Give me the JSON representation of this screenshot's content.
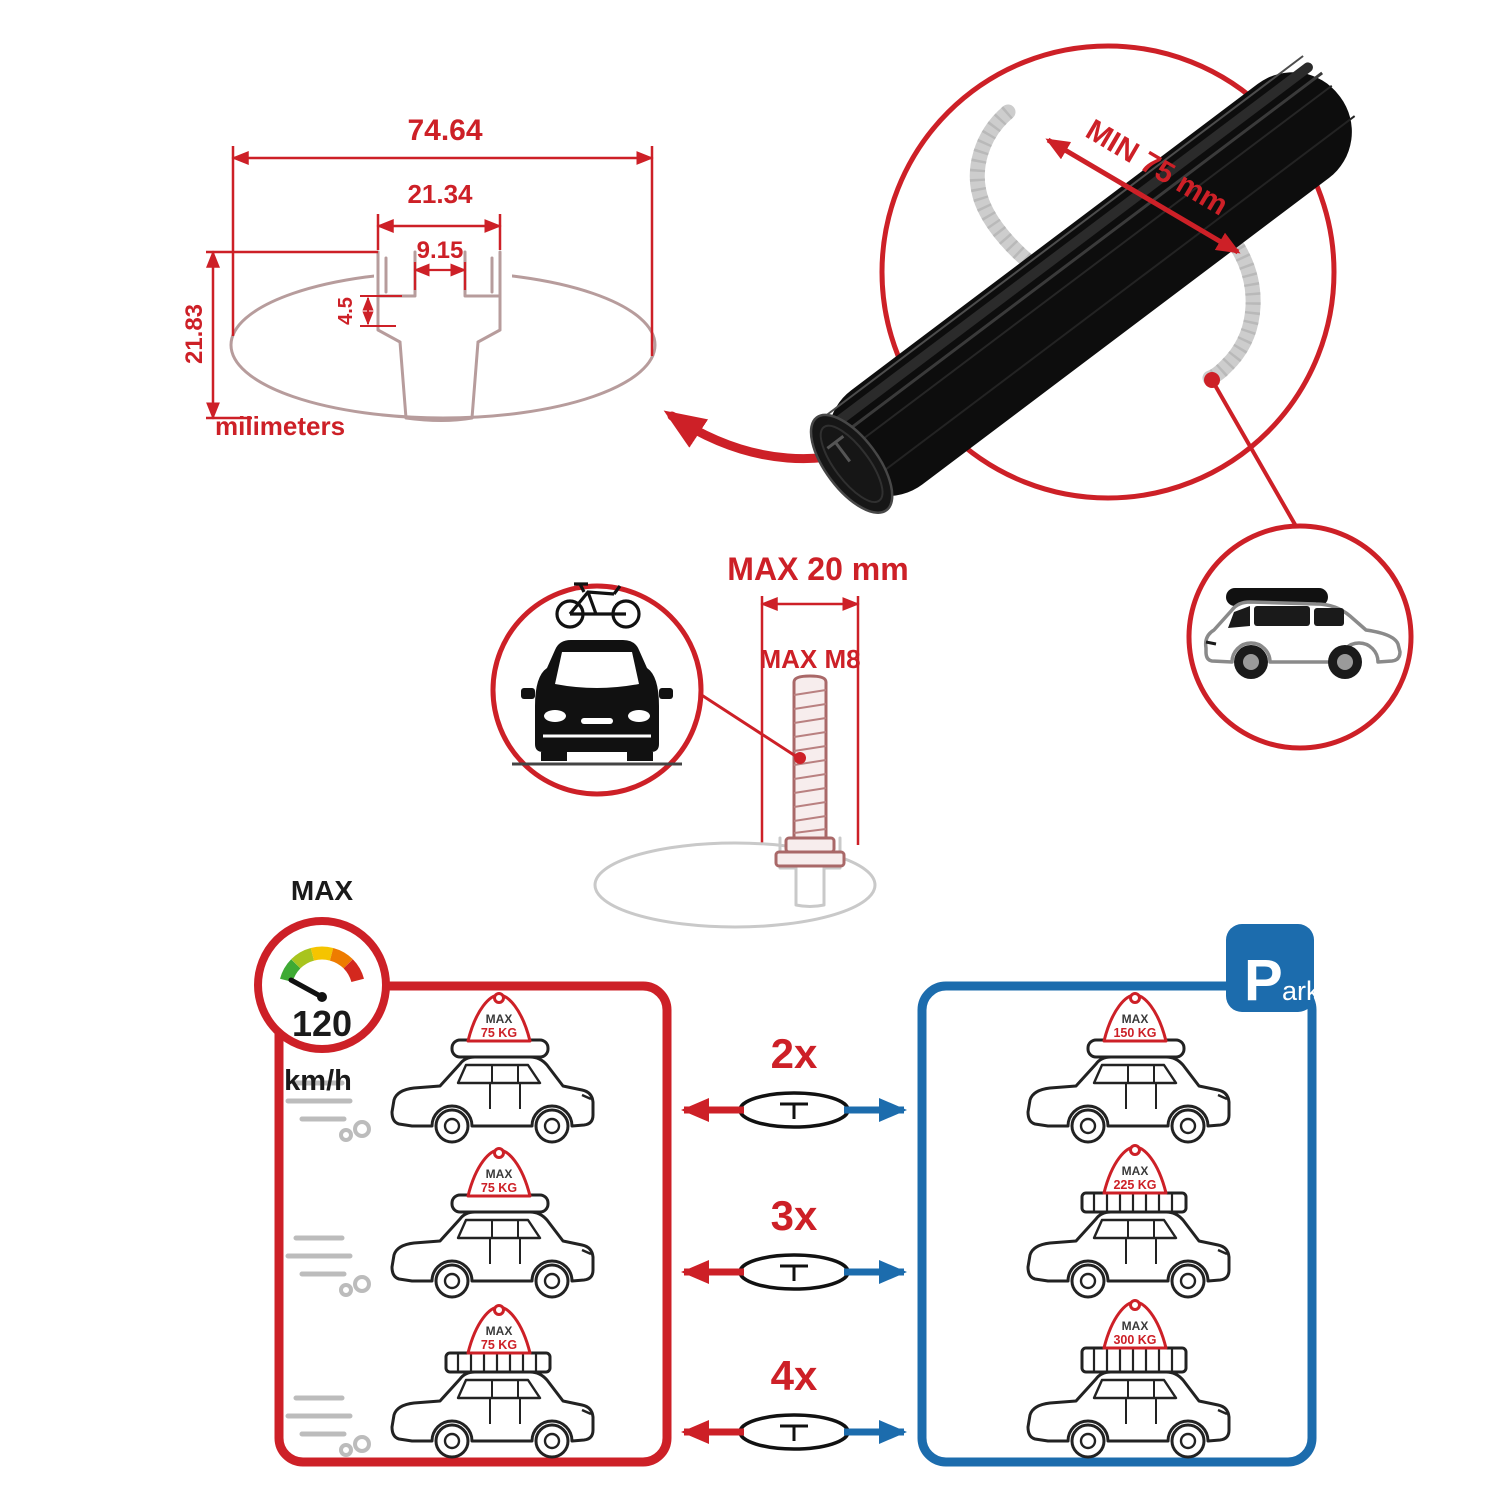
{
  "colors": {
    "red": "#cd2027",
    "blue": "#1c6cad",
    "black": "#1a1a1a",
    "gray": "#c9c9c9"
  },
  "technical_drawing": {
    "dim_total_width": "74.64",
    "dim_channel_width": "21.34",
    "dim_slot_width": "9.15",
    "dim_lip_height": "4.5",
    "dim_total_height": "21.83",
    "units_label": "milimeters"
  },
  "bar_detail": {
    "min_span_label": "MIN 75 mm"
  },
  "bolt_diagram": {
    "max_length_label": "MAX 20 mm",
    "max_thread_label": "MAX M8"
  },
  "speed_panel": {
    "max_label": "MAX",
    "speed_value": "120",
    "speed_unit": "km/h",
    "cars": [
      {
        "load_label": "MAX",
        "load_value": "75 KG"
      },
      {
        "load_label": "MAX",
        "load_value": "75 KG"
      },
      {
        "load_label": "MAX",
        "load_value": "75 KG"
      }
    ]
  },
  "park_panel": {
    "sign_p": "P",
    "sign_suffix": "ark",
    "cars": [
      {
        "load_label": "MAX",
        "load_value": "150 KG"
      },
      {
        "load_label": "MAX",
        "load_value": "225 KG"
      },
      {
        "load_label": "MAX",
        "load_value": "300 KG"
      }
    ]
  },
  "multipliers": [
    {
      "label": "2x"
    },
    {
      "label": "3x"
    },
    {
      "label": "4x"
    }
  ]
}
